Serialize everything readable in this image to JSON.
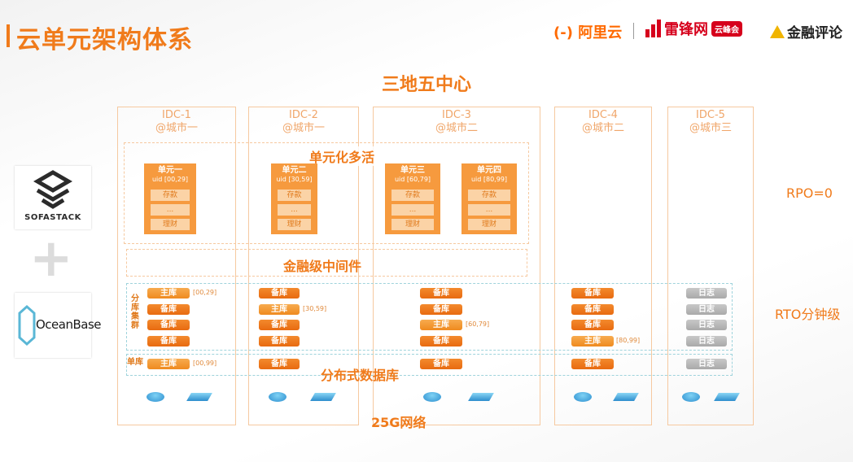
{
  "header": {
    "title": "云单元架构体系",
    "logo_aliyun": "(-) 阿里云",
    "logo_leifeng": "雷锋网",
    "logo_leifeng_badge": "云峰会",
    "logo_jinrong": "金融评论"
  },
  "diagram": {
    "subtitle": "三地五中心",
    "idcs": [
      {
        "name": "IDC-1",
        "city": "@城市一"
      },
      {
        "name": "IDC-2",
        "city": "@城市一"
      },
      {
        "name": "IDC-3",
        "city": "@城市二"
      },
      {
        "name": "IDC-4",
        "city": "@城市二"
      },
      {
        "name": "IDC-5",
        "city": "@城市三"
      }
    ],
    "multi_active_label": "单元化多活",
    "units": [
      {
        "title": "单元一",
        "uid": "uid [00,29]",
        "cells": [
          "存款",
          "...",
          "理财"
        ]
      },
      {
        "title": "单元二",
        "uid": "uid [30,59]",
        "cells": [
          "存款",
          "...",
          "理财"
        ]
      },
      {
        "title": "单元三",
        "uid": "uid [60,79]",
        "cells": [
          "存款",
          "...",
          "理财"
        ]
      },
      {
        "title": "单元四",
        "uid": "uid [80,99]",
        "cells": [
          "存款",
          "...",
          "理财"
        ]
      }
    ],
    "middleware_label": "金融级中间件",
    "shard_label": [
      "分",
      "库",
      "集",
      "群"
    ],
    "single_label": "单库",
    "db_main": "主库",
    "db_backup": "备库",
    "db_log": "日志",
    "ranges": [
      "[00,29]",
      "[30,59]",
      "[60,79]",
      "[80,99]",
      "[00,99]"
    ],
    "distributed_db_label": "分布式数据库",
    "network_label": "25G网络"
  },
  "side_logos": {
    "sofastack": "SOFASTACK",
    "oceanbase": "OceanBase"
  },
  "metrics": {
    "rpo": "RPO=0",
    "rto": "RTO分钟级"
  }
}
